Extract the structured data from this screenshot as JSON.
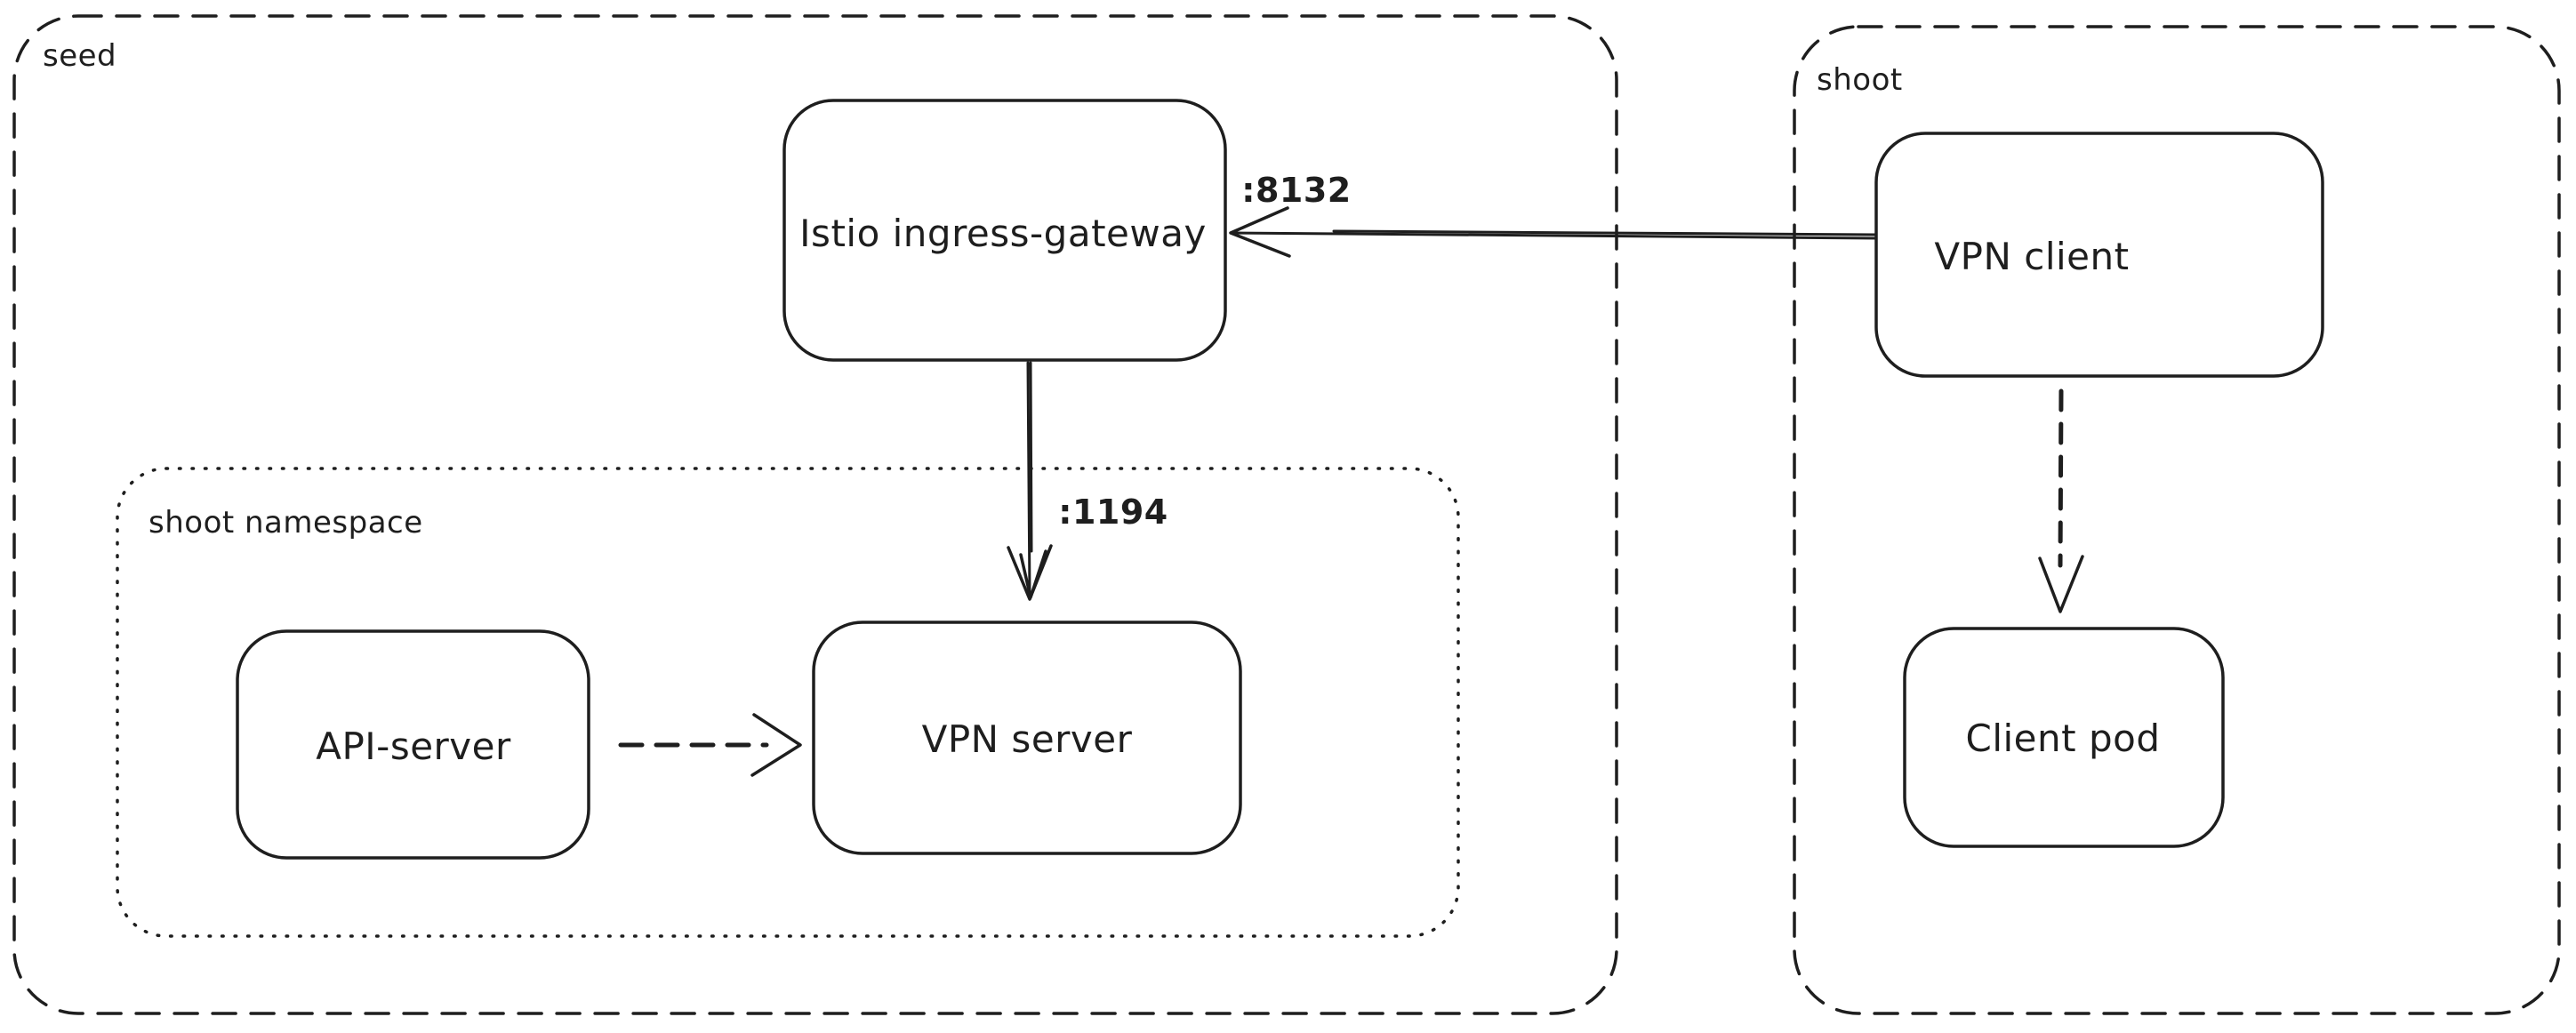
{
  "diagram_type": "architecture-sketch",
  "colors": {
    "stroke": "#1e1e1e",
    "background": "#ffffff"
  },
  "containers": {
    "seed": {
      "label": "seed",
      "border_style": "dashed"
    },
    "shoot_namespace": {
      "label": "shoot namespace",
      "border_style": "dotted",
      "parent": "seed"
    },
    "shoot": {
      "label": "shoot",
      "border_style": "dashed"
    }
  },
  "nodes": {
    "istio_ingress_gateway": {
      "label": "Istio ingress-gateway",
      "container": "seed"
    },
    "api_server": {
      "label": "API-server",
      "container": "shoot_namespace"
    },
    "vpn_server": {
      "label": "VPN server",
      "container": "shoot_namespace"
    },
    "vpn_client": {
      "label": "VPN client",
      "container": "shoot"
    },
    "client_pod": {
      "label": "Client pod",
      "container": "shoot"
    }
  },
  "edges": {
    "vpn_client_to_istio": {
      "from": "vpn_client",
      "to": "istio_ingress_gateway",
      "style": "solid",
      "label": ":8132"
    },
    "istio_to_vpn_server": {
      "from": "istio_ingress_gateway",
      "to": "vpn_server",
      "style": "solid",
      "label": ":1194"
    },
    "api_server_to_vpn_server": {
      "from": "api_server",
      "to": "vpn_server",
      "style": "dashed",
      "label": ""
    },
    "vpn_client_to_client_pod": {
      "from": "vpn_client",
      "to": "client_pod",
      "style": "dashed",
      "label": ""
    }
  }
}
